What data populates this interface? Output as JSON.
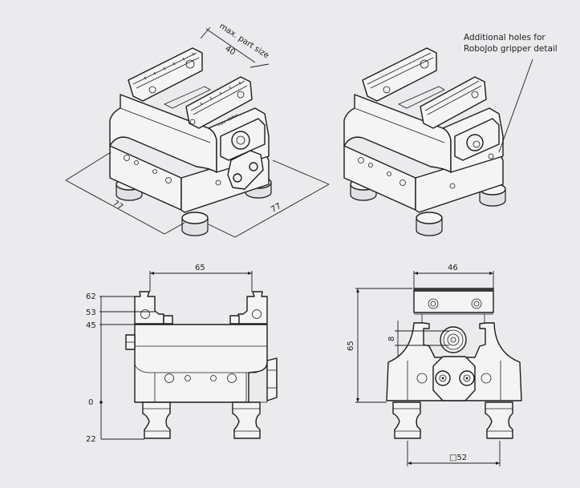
{
  "views": {
    "iso_left": {
      "label_max_part_size": "max. part size",
      "dim_max_part_size": "40",
      "dim_width_left": "77",
      "dim_width_right": "77",
      "engraving_torque": "max. 30Nm"
    },
    "iso_right": {
      "annotation_line1": "Additional holes for",
      "annotation_line2": "RoboJob gripper detail"
    },
    "side": {
      "dim_jaw_span": "65",
      "dim_62": "62",
      "dim_53": "53",
      "dim_45": "45",
      "dim_0": "0",
      "dim_22": "22"
    },
    "front": {
      "dim_jaw_width": "46",
      "dim_height": "65",
      "dim_slot": "8",
      "dim_pin_spacing": "□52"
    }
  },
  "colors": {
    "background": "#ebebed",
    "line": "#1d1d1f"
  }
}
